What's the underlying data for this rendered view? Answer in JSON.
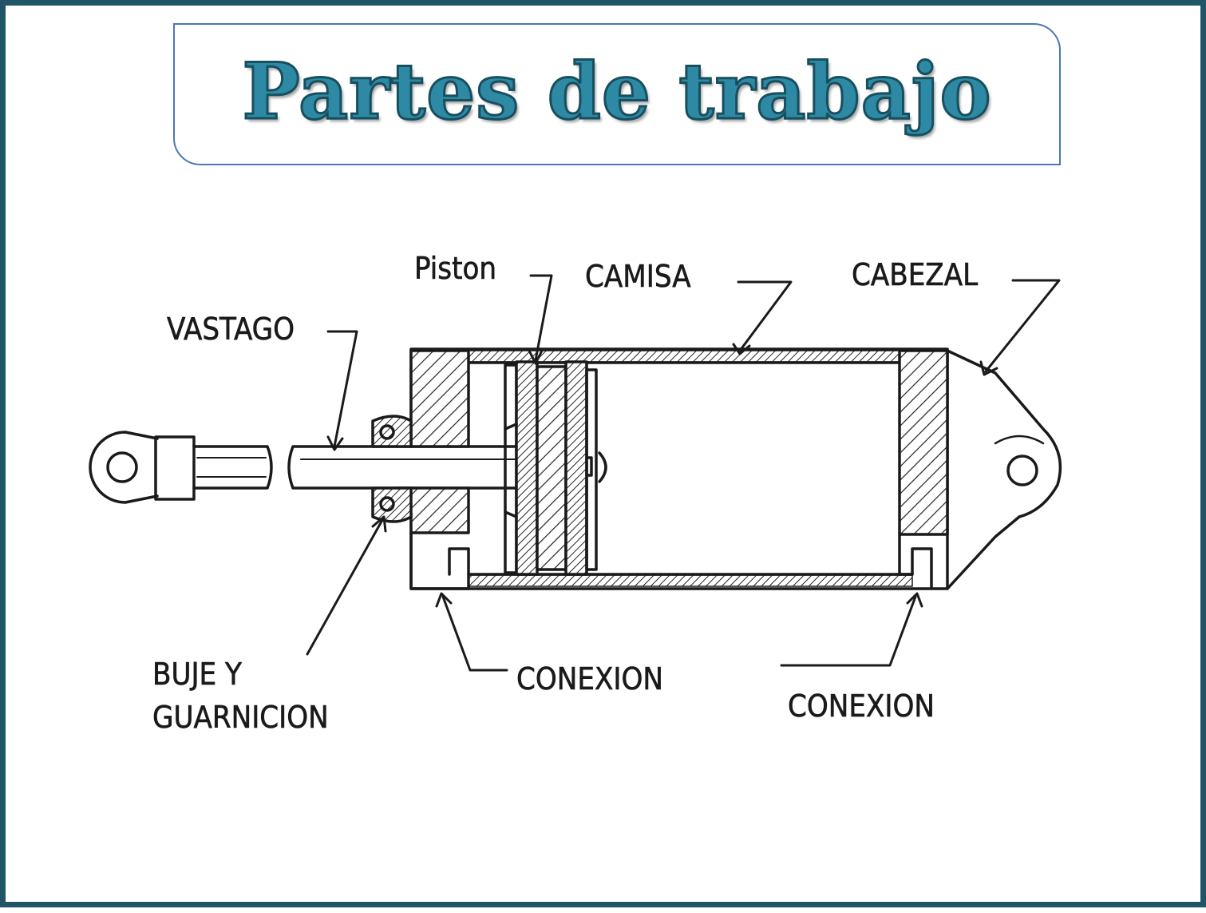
{
  "title": "Partes de trabajo",
  "labels": {
    "piston": "Piston",
    "camisa": "CAMISA",
    "cabezal": "CABEZAL",
    "vastago": "VASTAGO",
    "buje_line1": "BUJE Y",
    "buje_line2": "GUARNICION",
    "conexion_left": "CONEXION",
    "conexion_right": "CONEXION"
  },
  "colors": {
    "frame": "#1f5566",
    "title_box_border": "#4a76b8",
    "title_fill": "#2e8aa4",
    "title_outline": "#174f5f",
    "ink": "#1a1a1a"
  }
}
